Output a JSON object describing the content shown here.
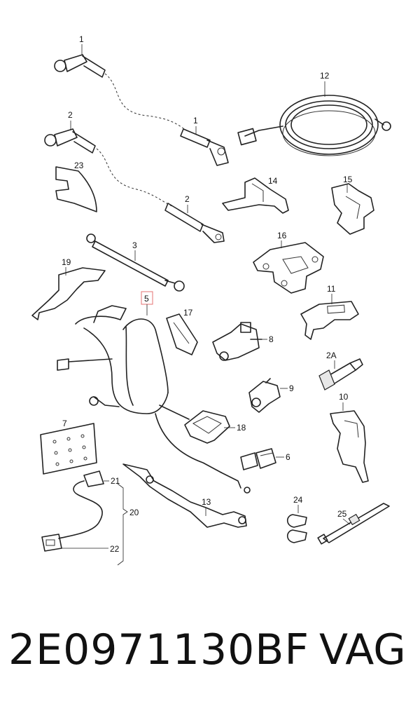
{
  "callouts": {
    "c1a": "1",
    "c1b": "1",
    "c2a": "2",
    "c2b": "2",
    "c3": "3",
    "c5": "5",
    "c6": "6",
    "c7": "7",
    "c8": "8",
    "c9": "9",
    "c10": "10",
    "c11": "11",
    "c12": "12",
    "c13": "13",
    "c14": "14",
    "c15": "15",
    "c16": "16",
    "c17": "17",
    "c18": "18",
    "c19": "19",
    "c20": "20",
    "c21": "21",
    "c22": "22",
    "c23": "23",
    "c24": "24",
    "c25": "25",
    "c2A": "2A"
  },
  "footer": {
    "part_number": "2E0971130BF",
    "brand": "VAG"
  },
  "colors": {
    "highlight": "#e57373",
    "ink": "#222222"
  }
}
